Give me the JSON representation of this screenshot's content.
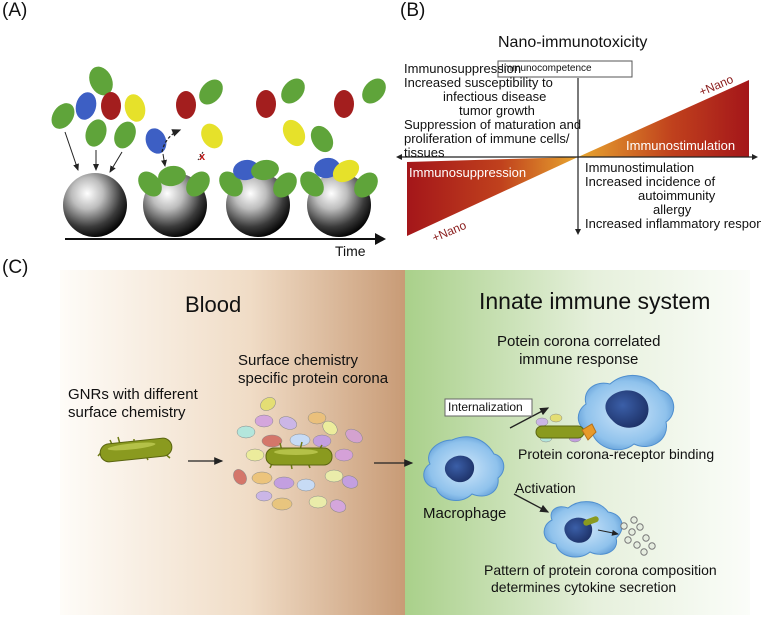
{
  "panel_a": {
    "label": "(A)",
    "axis_label": "Time"
  },
  "panel_b": {
    "label": "(B)",
    "title": "Nano-immunotoxicity",
    "center_box": "Immunocompetence",
    "suppression_heading": "Immunosuppression",
    "suppression_lines": [
      "Increased susceptibility to",
      "infectious disease",
      "tumor growth",
      "Suppression of maturation and",
      "proliferation of immune cells/",
      "tissues"
    ],
    "stimulation_heading": "Immunostimulation",
    "stimulation_lines": [
      "Increased incidence of",
      "autoimmunity",
      "allergy",
      "Increased inflammatory response"
    ],
    "band_left_label": "Immunosuppression",
    "band_right_label": "Immunostimulation",
    "nano_top": "+Nano",
    "nano_bottom": "+Nano"
  },
  "panel_c": {
    "label": "(C)",
    "blood_title": "Blood",
    "innate_title": "Innate immune system",
    "gnr_label": [
      "GNRs with different",
      "surface chemistry"
    ],
    "corona_label": [
      "Surface chemistry",
      "specific protein corona"
    ],
    "response_label": [
      "Potein corona correlated",
      "immune response"
    ],
    "internalization": "Internalization",
    "receptor_binding": "Protein corona-receptor binding",
    "activation": "Activation",
    "macrophage": "Macrophage",
    "cytokine_label": [
      "Pattern of protein corona composition",
      "determines cytokine secretion"
    ]
  },
  "colors": {
    "protein_green": "#5fa43a",
    "protein_red": "#a31e1e",
    "protein_blue": "#3d5fc4",
    "protein_yellow": "#e6e12a",
    "band_red": "#a4161a",
    "band_orange": "#d9892c",
    "cell_blue": "#7fb6e6",
    "gnr_olive": "#8a9a1f"
  }
}
